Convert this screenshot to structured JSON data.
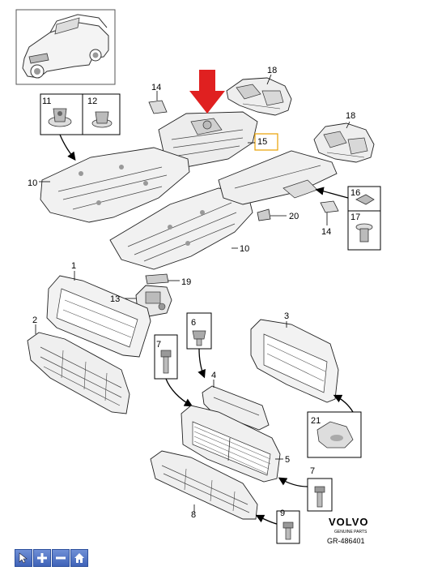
{
  "callouts": {
    "c1": "1",
    "c2": "2",
    "c3": "3",
    "c4": "4",
    "c5": "5",
    "c6": "6",
    "c7a": "7",
    "c7b": "7",
    "c8": "8",
    "c9": "9",
    "c10a": "10",
    "c10b": "10",
    "c11": "11",
    "c12": "12",
    "c13": "13",
    "c14a": "14",
    "c14b": "14",
    "c15": "15",
    "c16": "16",
    "c17": "17",
    "c18a": "18",
    "c18b": "18",
    "c19": "19",
    "c20": "20",
    "c21": "21"
  },
  "brand": {
    "logo": "VOLVO",
    "tagline": "GENUINE PARTS",
    "ref": "GR-486401"
  },
  "toolbar": {
    "select": "cursor-icon",
    "zoom_in": "plus-icon",
    "zoom_out": "minus-icon",
    "home": "home-icon"
  },
  "colors": {
    "arrow": "#e02020",
    "highlight": "#e8a000",
    "toolbar": "#4a6fc2"
  }
}
